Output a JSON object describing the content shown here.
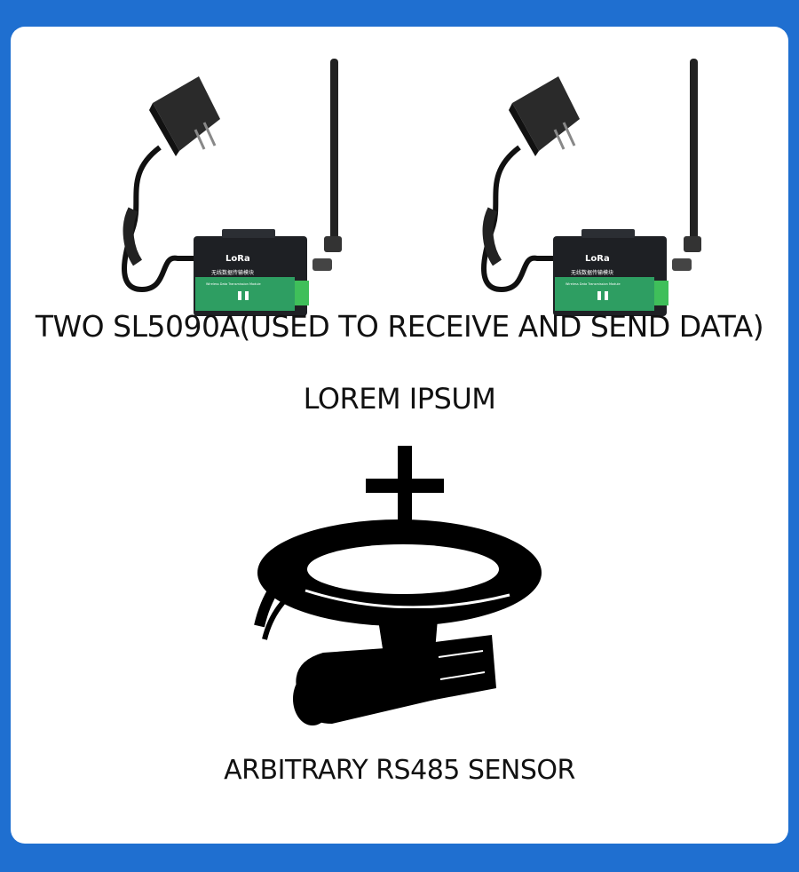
{
  "modules_caption": "TWO SL5090A(USED TO RECEIVE AND SEND DATA)",
  "lorem_caption": "LOREM IPSUM",
  "sensor_caption": "ARBITRARY RS485 SENSOR",
  "device": {
    "brand_label": "LoRa",
    "chinese_label": "无线数据传输模块",
    "english_label": "Wireless Data Transmission Module"
  },
  "colors": {
    "background": "#1f6fd0",
    "card": "#ffffff",
    "device_green": "#2e9e62",
    "device_body": "#1e2024"
  }
}
